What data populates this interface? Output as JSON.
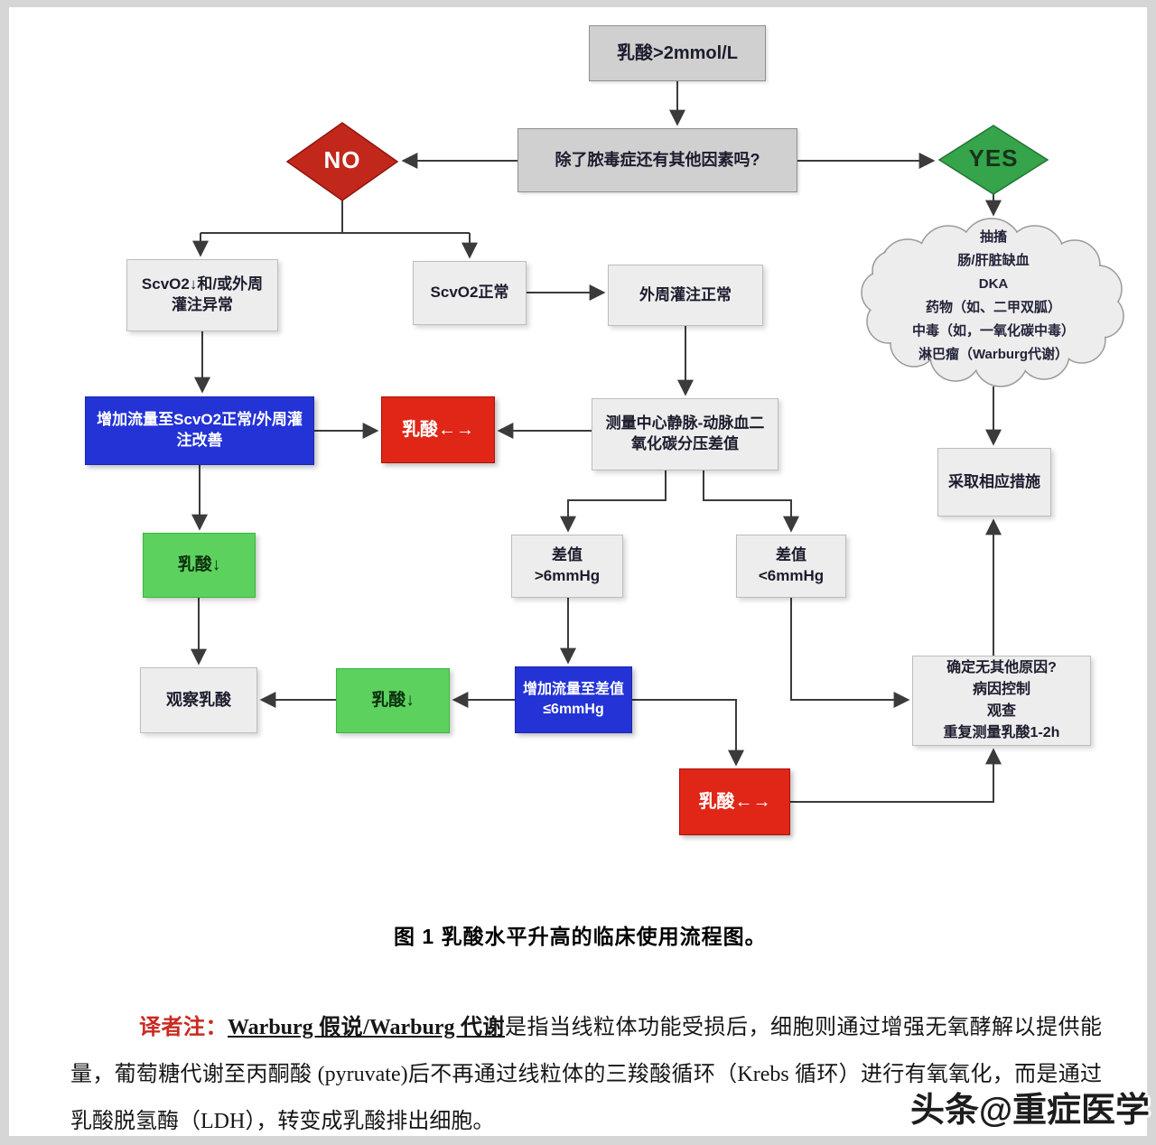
{
  "flow": {
    "start": "乳酸>2mmol/L",
    "question": "除了脓毒症还有其他因素吗?",
    "no": "NO",
    "yes": "YES",
    "scvo2_low": "ScvO2↓和/或外周灌注异常",
    "scvo2_normal": "ScvO2正常",
    "perfusion_normal": "外周灌注正常",
    "increase_flow_scvo2": "增加流量至ScvO2正常/外周灌注改善",
    "lactate_unchanged_1": "乳酸←→",
    "measure_gap": "测量中心静脉-动脉血二氧化碳分压差值",
    "take_measures": "采取相应措施",
    "diff_high": "差值>6mmHg",
    "diff_low": "差值<6mmHg",
    "lactate_down_1": "乳酸↓",
    "observe": "观察乳酸",
    "lactate_down_2": "乳酸↓",
    "increase_flow_diff": "增加流量至差值≤6mmHg",
    "lactate_unchanged_2": "乳酸←→",
    "confirm_lines": [
      "确定无其他原因?",
      "病因控制",
      "观查",
      "重复测量乳酸1-2h"
    ],
    "cloud_lines": [
      "抽搐",
      "肠/肝脏缺血",
      "DKA",
      "药物（如、二甲双胍）",
      "中毒（如，一氧化碳中毒）",
      "淋巴瘤（Warburg代谢）"
    ]
  },
  "colors": {
    "no_diamond": "#c2271b",
    "yes_diamond": "#35a44a",
    "blue_box": "#2333d6",
    "red_box": "#e02617",
    "green_box": "#5dd15e"
  },
  "caption": "图 1 乳酸水平升高的临床使用流程图。",
  "note": {
    "prefix": "译者注：",
    "term": "Warburg 假说/Warburg 代谢",
    "body": "是指当线粒体功能受损后，细胞则通过增强无氧酵解以提供能量，葡萄糖代谢至丙酮酸 (pyruvate)后不再通过线粒体的三羧酸循环（Krebs 循环）进行有氧氧化，而是通过乳酸脱氢酶（LDH），转变成乳酸排出细胞。"
  },
  "watermark": "头条@重症医学"
}
